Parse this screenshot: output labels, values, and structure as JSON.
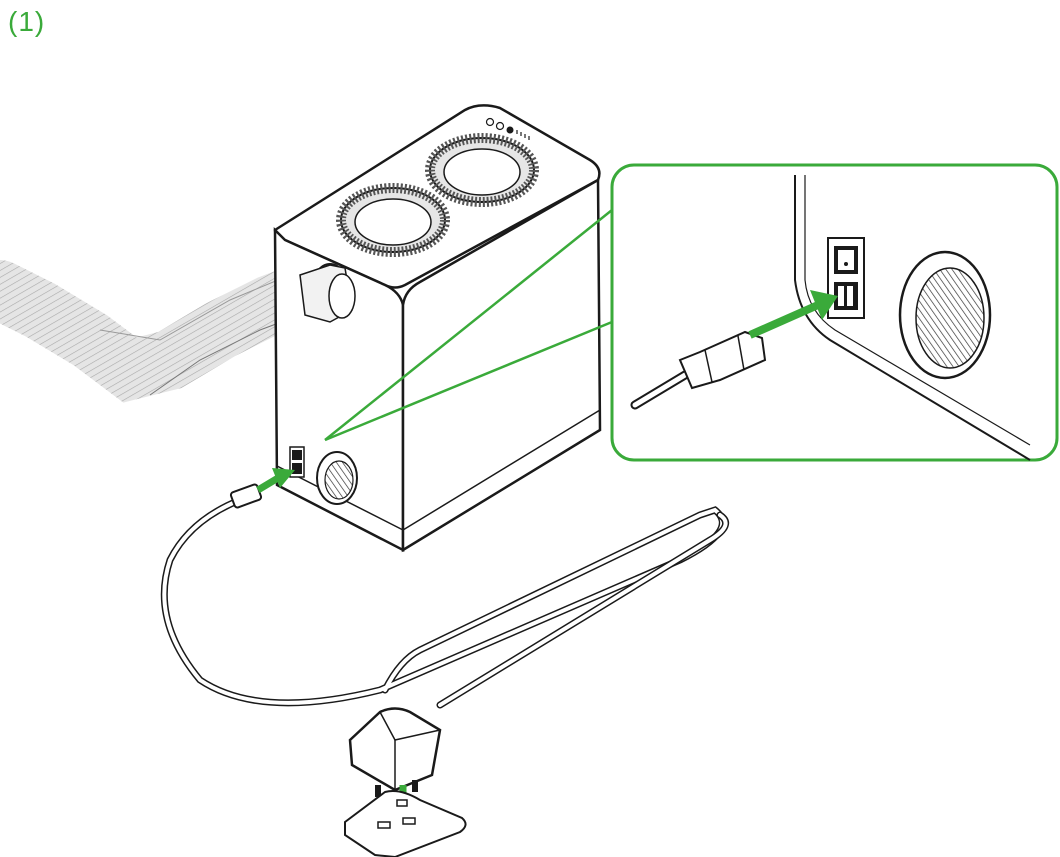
{
  "step": {
    "label": "(1)"
  },
  "colors": {
    "accent": "#3aaa3a",
    "line": "#1a1a1a",
    "hose": "#bdbdbd",
    "background": "#ffffff"
  },
  "icons": {
    "arrows": "green-arrow",
    "plug": "uk-plug",
    "socket": "wall-socket",
    "connector": "iec-c13-connector",
    "switch": "rocker-switch"
  }
}
